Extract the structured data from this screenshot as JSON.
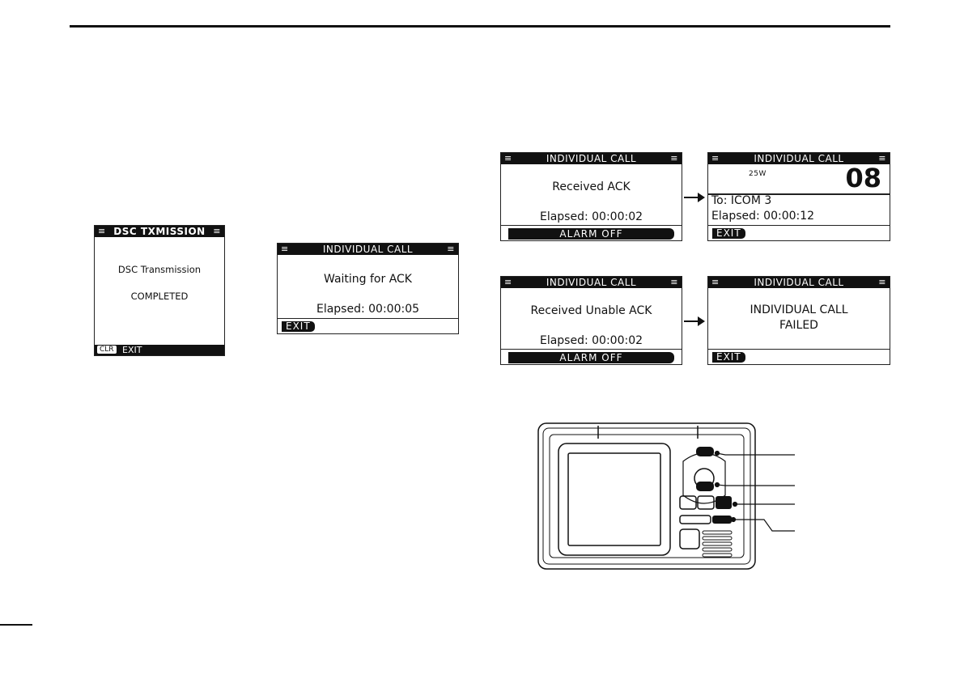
{
  "screens": {
    "dsc_txmission": {
      "header": "DSC TXMISSION",
      "line1": "DSC Transmission",
      "line2": "COMPLETED",
      "key_badge": "CLR",
      "key_label": "EXIT"
    },
    "waiting_ack": {
      "header": "INDIVIDUAL CALL",
      "message": "Waiting for ACK",
      "elapsed": "Elapsed: 00:00:05",
      "softkey": "EXIT"
    },
    "received_ack": {
      "header": "INDIVIDUAL CALL",
      "message": "Received ACK",
      "elapsed": "Elapsed: 00:00:02",
      "softkey": "ALARM OFF"
    },
    "channel_screen": {
      "header": "INDIVIDUAL CALL",
      "power": "25W",
      "channel": "08",
      "to": "To: ICOM 3",
      "elapsed": "Elapsed: 00:00:12",
      "softkey": "EXIT"
    },
    "received_unable": {
      "header": "INDIVIDUAL CALL",
      "message": "Received Unable ACK",
      "elapsed": "Elapsed: 00:00:02",
      "softkey": "ALARM OFF"
    },
    "call_failed": {
      "header": "INDIVIDUAL CALL",
      "line1": "INDIVIDUAL CALL",
      "line2": "FAILED",
      "softkey": "EXIT"
    }
  },
  "menu_glyph": "≡",
  "icons": [
    "menu-icon",
    "arrow-right-icon",
    "radio-front-panel-illustration"
  ]
}
